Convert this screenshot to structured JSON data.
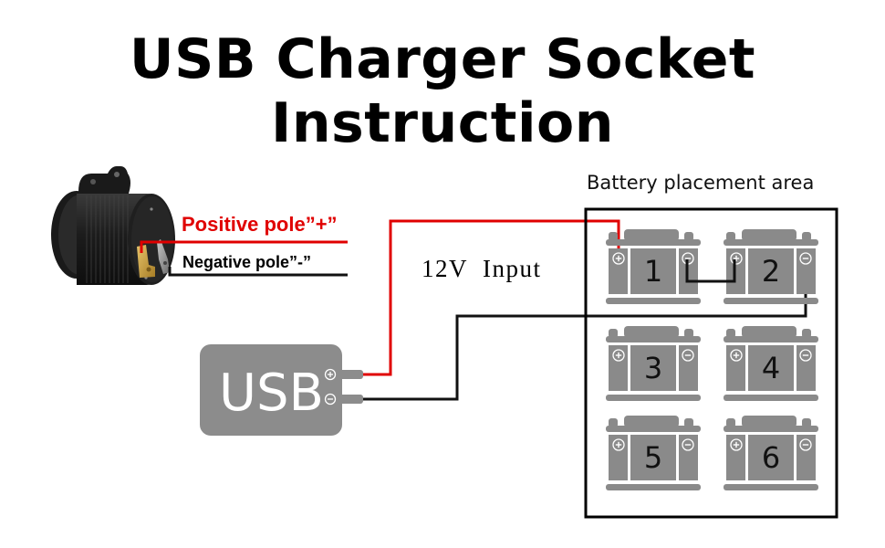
{
  "title": "USB Charger Socket Instruction",
  "socket": {
    "positive_label": "Positive pole”+”",
    "negative_label": "Negative pole”-”"
  },
  "usb_module": {
    "label": "USB",
    "terminals": [
      {
        "name": "positive",
        "symbol": "plus-circle-icon"
      },
      {
        "name": "negative",
        "symbol": "minus-circle-icon"
      }
    ]
  },
  "input_label": "12V  Input",
  "battery_area": {
    "label": "Battery placement area",
    "batteries": [
      {
        "number": "1",
        "plus": "plus-circle-icon",
        "minus": "minus-circle-icon"
      },
      {
        "number": "2",
        "plus": "plus-circle-icon",
        "minus": "minus-circle-icon"
      },
      {
        "number": "3",
        "plus": "plus-circle-icon",
        "minus": "minus-circle-icon"
      },
      {
        "number": "4",
        "plus": "plus-circle-icon",
        "minus": "minus-circle-icon"
      },
      {
        "number": "5",
        "plus": "plus-circle-icon",
        "minus": "minus-circle-icon"
      },
      {
        "number": "6",
        "plus": "plus-circle-icon",
        "minus": "minus-circle-icon"
      }
    ]
  },
  "wiring": {
    "positive_wire": {
      "from": "USB +",
      "to": "Battery 1 +",
      "color": "#e00000"
    },
    "jumper": {
      "from": "Battery 1 -",
      "to": "Battery 2 +",
      "color": "#111111"
    },
    "negative_wire": {
      "from": "USB -",
      "to": "Battery 2 -",
      "color": "#111111"
    }
  },
  "colors": {
    "battery_gray": "#8a8a8a",
    "usb_gray": "#8c8c8c",
    "positive_red": "#e00000",
    "wire_black": "#111111"
  }
}
